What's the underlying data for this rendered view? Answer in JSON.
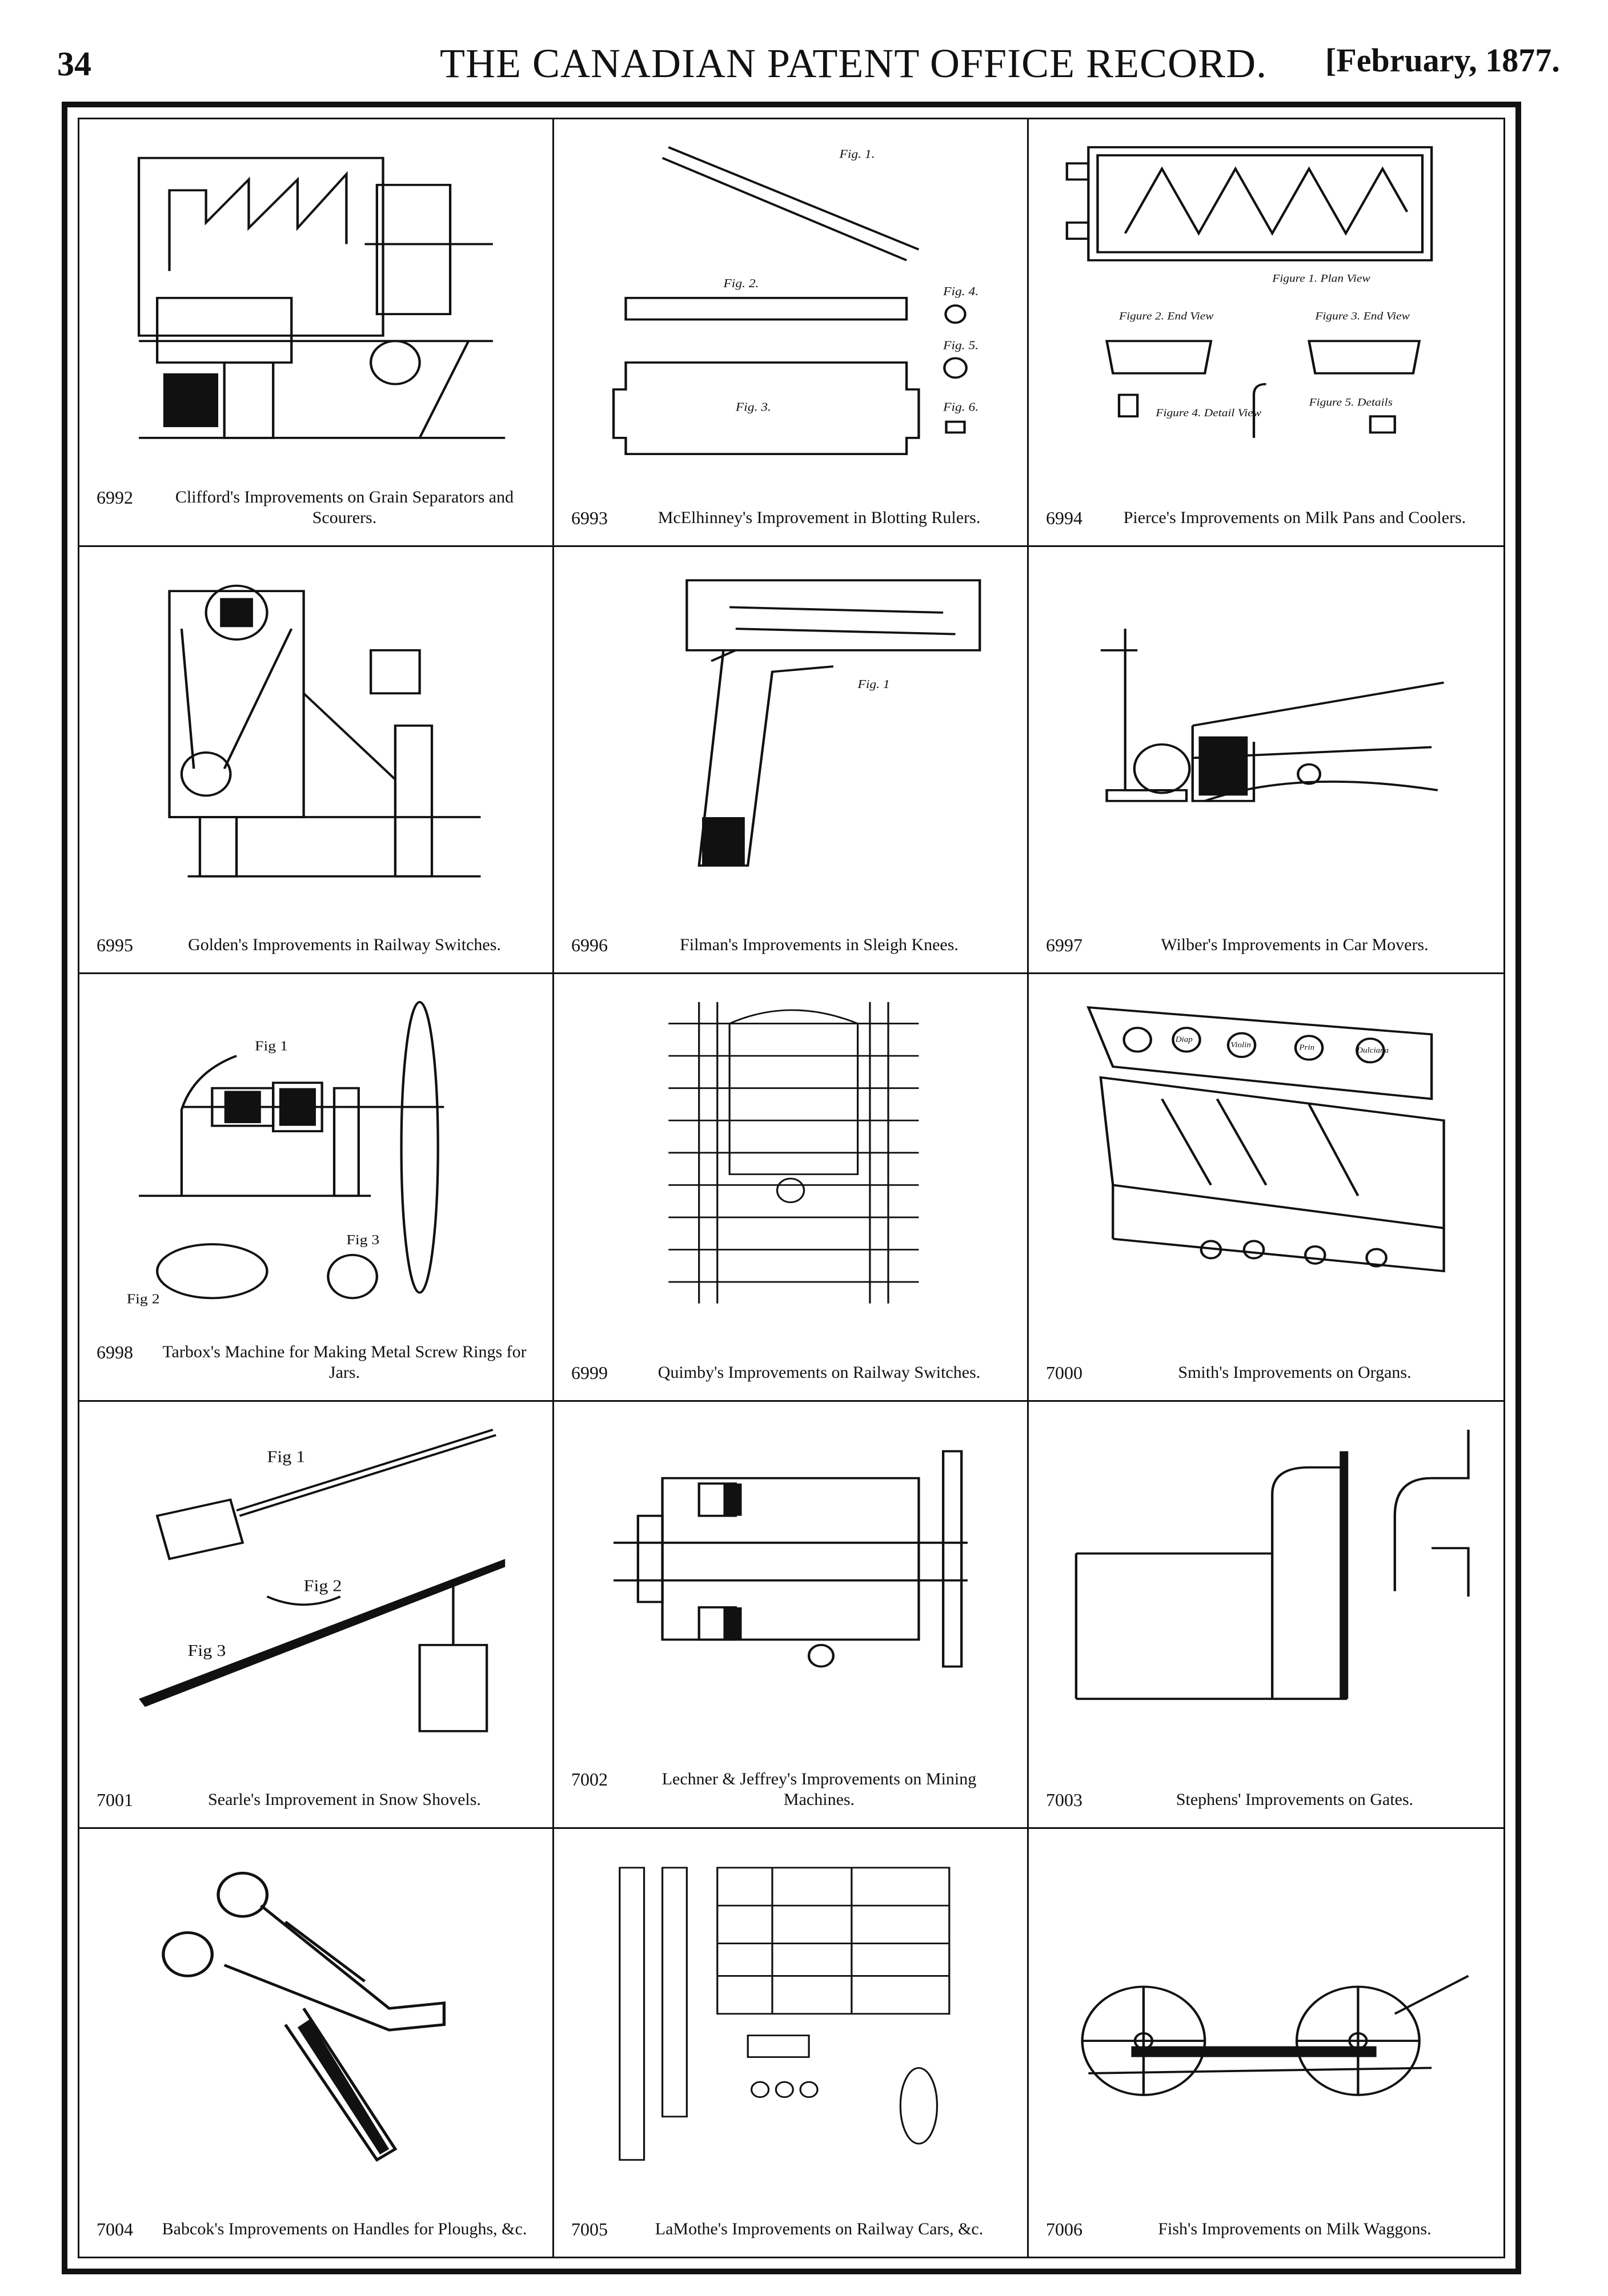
{
  "header": {
    "page_number": "34",
    "title": "THE CANADIAN PATENT OFFICE RECORD.",
    "date": "[February, 1877."
  },
  "patents": [
    {
      "number": "6992",
      "title": "Clifford's Improvements on Grain Separators and Scourers."
    },
    {
      "number": "6993",
      "title": "McElhinney's Improvement in Blotting Rulers."
    },
    {
      "number": "6994",
      "title": "Pierce's Improvements on Milk Pans and Coolers."
    },
    {
      "number": "6995",
      "title": "Golden's Improvements in Railway Switches."
    },
    {
      "number": "6996",
      "title": "Filman's Improvements in Sleigh Knees."
    },
    {
      "number": "6997",
      "title": "Wilber's Improvements in Car Movers."
    },
    {
      "number": "6998",
      "title": "Tarbox's Machine for Making Metal Screw Rings for Jars."
    },
    {
      "number": "6999",
      "title": "Quimby's Improvements on Railway Switches."
    },
    {
      "number": "7000",
      "title": "Smith's Improvements on Organs."
    },
    {
      "number": "7001",
      "title": "Searle's Improvement in Snow Shovels."
    },
    {
      "number": "7002",
      "title": "Lechner & Jeffrey's Improvements on Mining Machines."
    },
    {
      "number": "7003",
      "title": "Stephens' Improvements on Gates."
    },
    {
      "number": "7004",
      "title": "Babcok's Improvements on Handles for Ploughs, &c."
    },
    {
      "number": "7005",
      "title": "LaMothe's Improvements on Railway Cars, &c."
    },
    {
      "number": "7006",
      "title": "Fish's Improvements on Milk Waggons."
    }
  ],
  "figure_labels": {
    "p6993": [
      "Fig. 1.",
      "Fig. 2.",
      "Fig. 3.",
      "Fig. 4.",
      "Fig. 5.",
      "Fig. 6."
    ],
    "p6994": [
      "Figure 1. Plan View",
      "Figure 2. End View",
      "Figure 3. End View",
      "Figure 4. Detail View",
      "Figure 5. Details"
    ],
    "p6996": [
      "Fig. 1"
    ],
    "p6998": [
      "Fig 1",
      "Fig 2",
      "Fig 3"
    ],
    "p7000": [
      "Diap",
      "Violin",
      "Prin",
      "Dulciana"
    ],
    "p7001": [
      "Fig 1",
      "Fig 2",
      "Fig 3"
    ]
  }
}
